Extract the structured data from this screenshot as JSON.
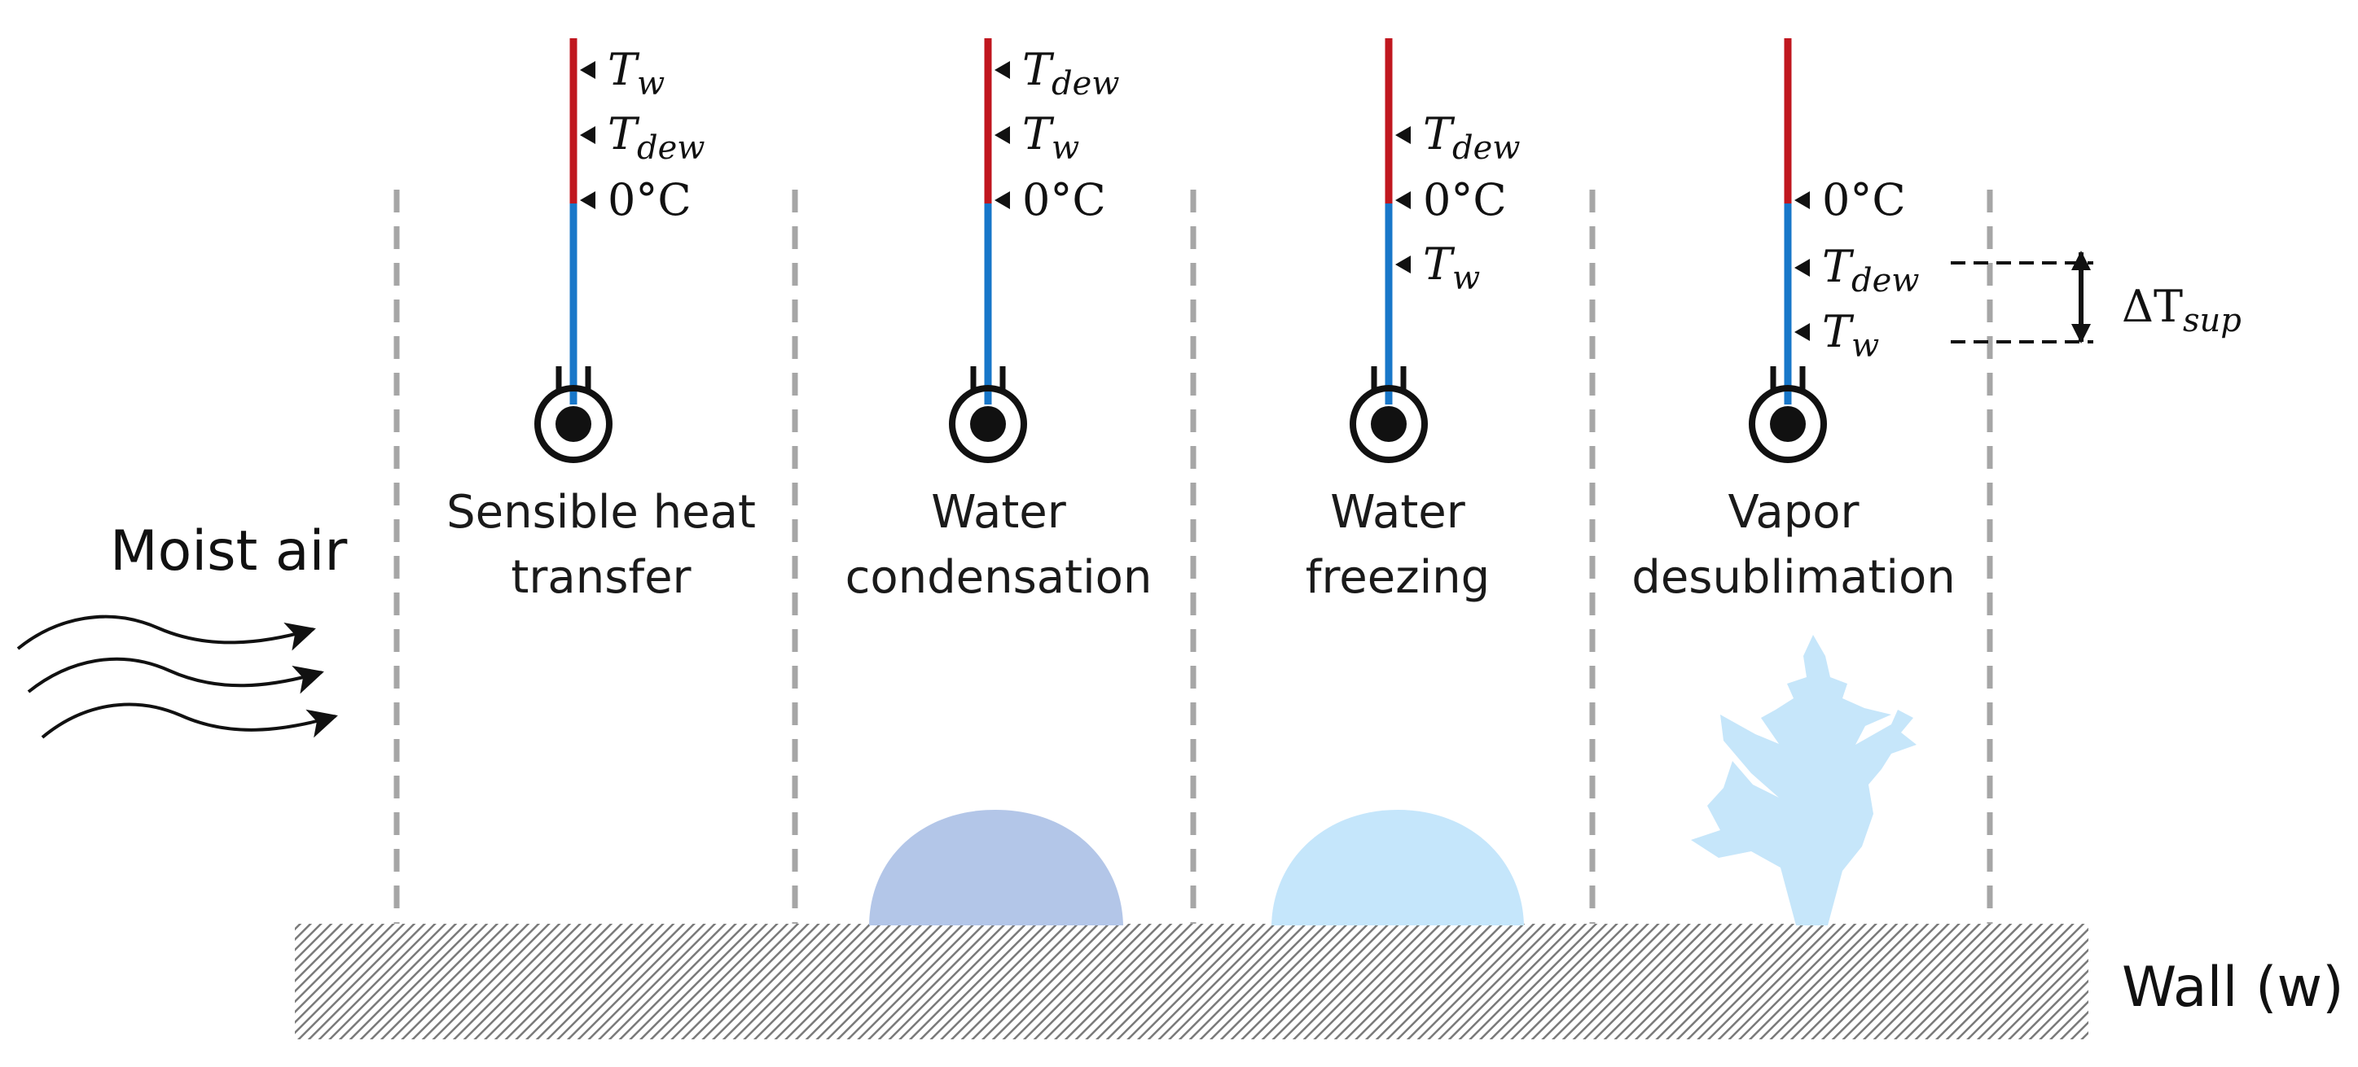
{
  "labels": {
    "moist_air": "Moist air",
    "wall": "Wall (w)",
    "delta_symbol": "ΔT",
    "delta_sub": "sup"
  },
  "math": {
    "T": "T",
    "w": "w",
    "dew": "dew",
    "zero_c": "0°C"
  },
  "columns": [
    {
      "caption": [
        "Sensible heat",
        "transfer"
      ],
      "markers_top_to_bottom": [
        "T_w",
        "T_dew",
        "0°C"
      ],
      "red_portion": "above 0°C",
      "deposit": "none"
    },
    {
      "caption": [
        "Water",
        "condensation"
      ],
      "markers_top_to_bottom": [
        "T_dew",
        "T_w",
        "0°C"
      ],
      "red_portion": "above 0°C",
      "deposit": "droplet"
    },
    {
      "caption": [
        "Water",
        "freezing"
      ],
      "markers_top_to_bottom": [
        "T_dew",
        "0°C",
        "T_w"
      ],
      "red_portion": "above 0°C",
      "deposit": "frozen droplet"
    },
    {
      "caption": [
        "Vapor",
        "desublimation"
      ],
      "markers_top_to_bottom": [
        "0°C",
        "T_dew",
        "T_w"
      ],
      "red_portion": "above 0°C",
      "deposit": "frost crystal"
    }
  ],
  "colors": {
    "warm": "#c0171f",
    "cold": "#1877c9",
    "divider": "#a6a6a6",
    "droplet": "#b3c6e8",
    "ice": "#c5e6fb",
    "frost": "#c6e6fa",
    "wall_hatch": "#7a7a7a"
  }
}
